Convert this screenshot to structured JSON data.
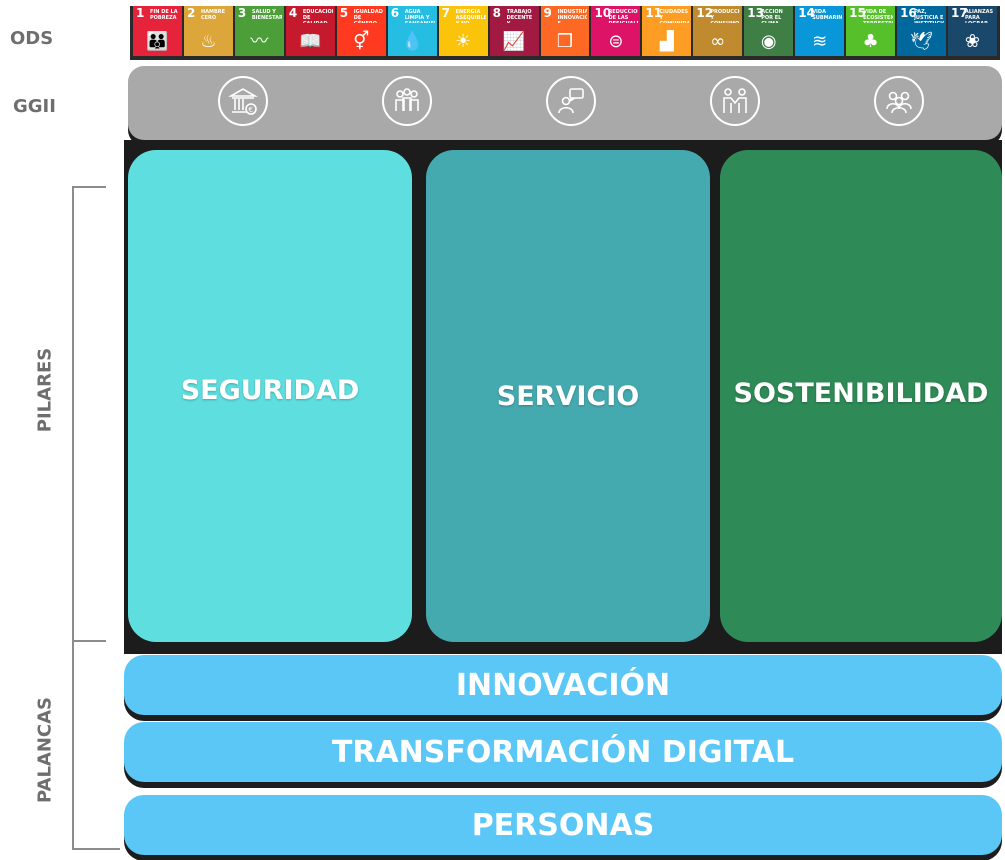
{
  "labels": {
    "ods": "ODS",
    "ggii": "GGII",
    "pilares": "PILARES",
    "palancas": "PALANCAS"
  },
  "ods": [
    {
      "num": "1",
      "text": "FIN DE LA POBREZA",
      "color": "#e5243b",
      "icon": "people-icon",
      "glyph": "👪"
    },
    {
      "num": "2",
      "text": "HAMBRE CERO",
      "color": "#dda63a",
      "icon": "bowl-icon",
      "glyph": "♨"
    },
    {
      "num": "3",
      "text": "SALUD Y BIENESTAR",
      "color": "#4c9f38",
      "icon": "heartbeat-icon",
      "glyph": "〰"
    },
    {
      "num": "4",
      "text": "EDUCACIÓN DE CALIDAD",
      "color": "#c5192d",
      "icon": "book-icon",
      "glyph": "📖"
    },
    {
      "num": "5",
      "text": "IGUALDAD DE GÉNERO",
      "color": "#ff3a21",
      "icon": "gender-icon",
      "glyph": "⚥"
    },
    {
      "num": "6",
      "text": "AGUA LIMPIA Y SANEAMIENTO",
      "color": "#26bde2",
      "icon": "water-icon",
      "glyph": "💧"
    },
    {
      "num": "7",
      "text": "ENERGÍA ASEQUIBLE Y NO CONTAMINANTE",
      "color": "#fcc30b",
      "icon": "sun-icon",
      "glyph": "☀"
    },
    {
      "num": "8",
      "text": "TRABAJO DECENTE Y CRECIMIENTO ECONÓMICO",
      "color": "#a21942",
      "icon": "growth-icon",
      "glyph": "📈"
    },
    {
      "num": "9",
      "text": "INDUSTRIA, INNOVACIÓN E INFRAESTRUCTURA",
      "color": "#fd6925",
      "icon": "cubes-icon",
      "glyph": "❒"
    },
    {
      "num": "10",
      "text": "REDUCCIÓN DE LAS DESIGUALDADES",
      "color": "#dd1367",
      "icon": "equal-icon",
      "glyph": "⊜"
    },
    {
      "num": "11",
      "text": "CIUDADES Y COMUNIDADES SOSTENIBLES",
      "color": "#fd9d24",
      "icon": "city-icon",
      "glyph": "▟"
    },
    {
      "num": "12",
      "text": "PRODUCCIÓN Y CONSUMO RESPONSABLES",
      "color": "#bf8b2e",
      "icon": "infinity-icon",
      "glyph": "∞"
    },
    {
      "num": "13",
      "text": "ACCIÓN POR EL CLIMA",
      "color": "#3f7e44",
      "icon": "eye-globe-icon",
      "glyph": "◉"
    },
    {
      "num": "14",
      "text": "VIDA SUBMARINA",
      "color": "#0a97d9",
      "icon": "fish-icon",
      "glyph": "≋"
    },
    {
      "num": "15",
      "text": "VIDA DE ECOSISTEMAS TERRESTRES",
      "color": "#56c02b",
      "icon": "tree-icon",
      "glyph": "♣"
    },
    {
      "num": "16",
      "text": "PAZ, JUSTICIA E INSTITUCIONES SÓLIDAS",
      "color": "#00689d",
      "icon": "dove-icon",
      "glyph": "🕊"
    },
    {
      "num": "17",
      "text": "ALIANZAS PARA LOGRAR LOS OBJETIVOS",
      "color": "#19486a",
      "icon": "flower-icon",
      "glyph": "❀"
    }
  ],
  "ggii": [
    {
      "icon": "bank-euro-icon"
    },
    {
      "icon": "employees-icon"
    },
    {
      "icon": "speech-person-icon"
    },
    {
      "icon": "handshake-icon"
    },
    {
      "icon": "community-icon"
    }
  ],
  "pillars": {
    "seguridad": "SEGURIDAD",
    "servicio": "SERVICIO",
    "sostenibilidad": "SOSTENIBILIDAD"
  },
  "levers": {
    "innovacion": "INNOVACIÓN",
    "transformacion": "TRANSFORMACIÓN DIGITAL",
    "personas": "PERSONAS"
  },
  "colors": {
    "seguridad": "#5edede",
    "servicio": "#45aab0",
    "sostenibilidad": "#2e8a56",
    "levers": "#5ac7f7",
    "ggii_bar": "#a9a9a9"
  }
}
